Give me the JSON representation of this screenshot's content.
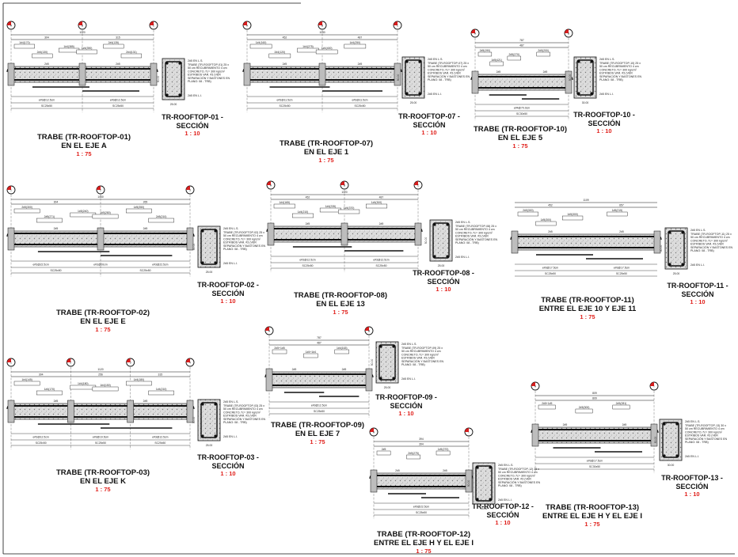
{
  "beams": [
    {
      "id": "b01",
      "title1": "TRABE (TR-ROOFTOP-01)",
      "title2": "EN EL EJE A",
      "scale": "1 : 75",
      "axes": [
        "A",
        "B",
        "C"
      ],
      "total": "1120",
      "spans": [
        "304",
        "315"
      ],
      "bars": [
        "1#4(170)",
        "1#4(385)",
        "2#4(135)",
        "2#4(130)",
        "1#4(390)",
        "2#4(131)"
      ],
      "stirrups": [
        "e#3@12.5cm",
        "e#3@12.5cm"
      ],
      "sec": [
        "SC25x50",
        "SC25x50"
      ],
      "section": {
        "title": "TR-ROOFTOP-01 -",
        "title2": "SECCIÓN",
        "scale": "1 : 10",
        "dim_w": "25.00",
        "dim_h": "50.00",
        "note": "TRABE (TR-ROOFTOP-01) 25 x 50 cm RECUBRIMIENTO 4 cm CONCRETO, f'c= 300 kg/cm² ESTRIBOS VAR. #3 (VER SEPARACIÓN Y BASTONES EN PLANO: 08 - TRB)",
        "top_note": "2#5 EN L.S.",
        "bot_note": "2#5 EN L.I."
      }
    },
    {
      "id": "b07",
      "title1": "TRABE (TR-ROOFTOP-07)",
      "title2": "EN EL EJE 1",
      "scale": "1 : 75",
      "axes": [
        "A",
        "B",
        "C"
      ],
      "total": "1130",
      "spans": [
        "452",
        "487"
      ],
      "bars": [
        "1#4(160)",
        "1#4(275)",
        "1#4(250)",
        "2#4(120)",
        "1#4(400)"
      ],
      "stirrups": [
        "e#3@11.5cm",
        "e#3@11.5cm"
      ],
      "sec": [
        "SC25x50",
        "SC25x50"
      ],
      "section": {
        "title": "TR-ROOFTOP-07 -",
        "title2": "SECCIÓN",
        "scale": "1 : 10",
        "dim_w": "25.00",
        "dim_h": "50.00",
        "note": "TRABE (TR-ROOFTOP-07) 25 x 50 cm RECUBRIMIENTO 4 cm CONCRETO, f'c= 300 kg/cm² ESTRIBOS VAR. #3 (VER SEPARACIÓN Y BASTONES EN PLANO: 08 - TRB)",
        "top_note": "2#5 EN L.S.",
        "bot_note": "2#5 EN L.I."
      }
    },
    {
      "id": "b10",
      "title1": "TRABE (TR-ROOFTOP-10)",
      "title2": "EN EL EJE 5",
      "scale": "1 : 75",
      "axes": [
        "A",
        "B"
      ],
      "total": "787",
      "spans": [
        "487"
      ],
      "bars": [
        "2#5(190)",
        "2#5(270)",
        "2#5(200)",
        "1#5(421)"
      ],
      "stirrups": [
        "e#4@70.0cm"
      ],
      "sec": [
        "SC30x50"
      ],
      "section": {
        "title": "TR-ROOFTOP-10 -",
        "title2": "SECCIÓN",
        "scale": "1 : 10",
        "dim_w": "30.00",
        "dim_h": "50.00",
        "note": "TRABE (TR-ROOFTOP-10) 25 x 50 cm RECUBRIMIENTO 4 cm CONCRETO, f'c= 300 kg/cm² ESTRIBOS VAR. #3 (VER SEPARACIÓN Y BASTONES EN PLANO: 08 - TRB)",
        "top_note": "2#5 EN L.S.",
        "bot_note": "2#5 EN L.I."
      }
    },
    {
      "id": "b02",
      "title1": "TRABE (TR-ROOFTOP-02)",
      "title2": "EN EL EJE E",
      "scale": "1 : 75",
      "axes": [
        "1",
        "2",
        "3"
      ],
      "total": "1430",
      "spans": [
        "304",
        "265"
      ],
      "bars": [
        "2#5(300)",
        "1#5(240)",
        "1#5(350)",
        "2#5(271)",
        "1#5(280)",
        "2#5(210)"
      ],
      "stirrups": [
        "e#3@22.5cm",
        "e#3@20cm",
        "e#3@22.5cm"
      ],
      "sec": [
        "SC25x50",
        "SC25x50"
      ],
      "section": {
        "title": "TR-ROOFTOP-02 -",
        "title2": "SECCIÓN",
        "scale": "1 : 10",
        "dim_w": "25.00",
        "dim_h": "50.00",
        "note": "TRABE (TR-ROOFTOP-02) 25 x 50 cm RECUBRIMIENTO 4 cm CONCRETO, f'c= 300 kg/cm² ESTRIBOS VAR. #3 (VER SEPARACIÓN Y BASTONES EN PLANO: 08 - TRB)",
        "top_note": "2#5 EN L.S.",
        "bot_note": "2#5 EN L.I."
      }
    },
    {
      "id": "b08",
      "title1": "TRABE (TR-ROOFTOP-08)",
      "title2": "EN EL EJE 13",
      "scale": "1 : 75",
      "axes": [
        "A",
        "B",
        "C"
      ],
      "total": "1120",
      "spans": [
        "452",
        "487"
      ],
      "bars": [
        "1#4(165)",
        "1#4(235)",
        "1#4(300)",
        "1#4(210)",
        "1#4(370)"
      ],
      "stirrups": [
        "e#3@12.5cm",
        "e#3@12.5cm"
      ],
      "sec": [
        "SC25x50",
        "SC25x50"
      ],
      "section": {
        "title": "TR-ROOFTOP-08 -",
        "title2": "SECCIÓN",
        "scale": "1 : 10",
        "dim_w": "25.00",
        "dim_h": "50.00",
        "note": "TRABE (TR-ROOFTOP-08) 25 x 50 cm RECUBRIMIENTO 4 cm CONCRETO, f'c= 300 kg/cm² ESTRIBOS VAR. #3 (VER SEPARACIÓN Y BASTONES EN PLANO: 08 - TRB)",
        "top_note": "2#5 EN L.S.",
        "bot_note": "2#5 EN L.I."
      }
    },
    {
      "id": "b11",
      "title1": "TRABE (TR-ROOFTOP-11)",
      "title2": "ENTRE EL EJE 10 Y EJE 11",
      "scale": "1 : 75",
      "axes": [],
      "total": "1109",
      "spans": [
        "452",
        "657"
      ],
      "bars": [
        "2#5(300)",
        "1#5(300)",
        "1#5(215)",
        "1#5(300)"
      ],
      "stirrups": [
        "e#3@17.5cm",
        "e#3@17.5cm"
      ],
      "sec": [
        "SC25x50",
        "SC25x50"
      ],
      "section": {
        "title": "TR-ROOFTOP-11 -",
        "title2": "SECCIÓN",
        "scale": "1 : 10",
        "dim_w": "25.00",
        "dim_h": "50.00",
        "note": "TRABE (TR-ROOFTOP-11) 25 x 50 cm RECUBRIMIENTO 4 cm CONCRETO, f'c= 300 kg/cm² ESTRIBOS VAR. #3 (VER SEPARACIÓN Y BASTONES EN PLANO: 08 - TRB)",
        "top_note": "2#5 EN L.S.",
        "bot_note": "2#5 EN L.I."
      }
    },
    {
      "id": "b03",
      "title1": "TRABE (TR-ROOFTOP-03)",
      "title2": "EN EL EJE K",
      "scale": "1 : 75",
      "axes": [
        "1",
        "2",
        "3",
        "4"
      ],
      "total": "1120",
      "spans": [
        "304",
        "256",
        "315"
      ],
      "bars": [
        "1#4(145)",
        "1#4(180)",
        "1#4(180)",
        "1#4(170)",
        "1#4(150)",
        "1#4(210)"
      ],
      "stirrups": [
        "e#3@12.5cm",
        "e#3@10.5cm",
        "e#3@12.5cm"
      ],
      "sec": [
        "SC25x50",
        "SC25x50",
        "SC25x50"
      ],
      "section": {
        "title": "TR-ROOFTOP-03 -",
        "title2": "SECCIÓN",
        "scale": "1 : 10",
        "dim_w": "25.00",
        "dim_h": "50.00",
        "note": "TRABE (TR-ROOFTOP-03) 25 x 50 cm RECUBRIMIENTO 4 cm CONCRETO, f'c= 300 kg/cm² ESTRIBOS VAR. #3 (VER SEPARACIÓN Y BASTONES EN PLANO: 08 - TRB)",
        "top_note": "2#5 EN L.S.",
        "bot_note": "2#5 EN L.I."
      }
    },
    {
      "id": "b09",
      "title1": "TRABE (TR-ROOFTOP-09)",
      "title2": "EN EL EJE 7",
      "scale": "1 : 75",
      "axes": [
        "A",
        "B"
      ],
      "total": "787",
      "spans": [
        "487"
      ],
      "bars": [
        "2#5+1#5",
        "1#4+1#4",
        "1#4(163)"
      ],
      "stirrups": [
        "e#3@12.5cm"
      ],
      "sec": [
        "SC25x50"
      ],
      "section": {
        "title": "TR-ROOFTOP-09 -",
        "title2": "SECCIÓN",
        "scale": "1 : 10",
        "dim_w": "25.00",
        "dim_h": "50.00",
        "note": "TRABE (TR-ROOFTOP-09) 25 x 50 cm RECUBRIMIENTO 4 cm CONCRETO, f'c= 300 kg/cm² ESTRIBOS VAR. #3 (VER SEPARACIÓN Y BASTONES EN PLANO: 08 - TRB)",
        "top_note": "2#5 EN L.S.",
        "bot_note": "2#5 EN L.I."
      }
    },
    {
      "id": "b12",
      "title1": "TRABE (TR-ROOFTOP-12)",
      "title2": "ENTRE EL EJE H Y EL EJE I",
      "scale": "1 : 75",
      "axes": [
        "H",
        "I"
      ],
      "total": "394",
      "spans": [
        "394"
      ],
      "bars": [
        "2#5",
        "2#5(275)",
        "1#5(270)"
      ],
      "stirrups": [
        "e#3@22.5cm"
      ],
      "sec": [
        "SC25x50"
      ],
      "section": {
        "title": "TR-ROOFTOP-12 -",
        "title2": "SECCIÓN",
        "scale": "1 : 10",
        "dim_w": "25.00",
        "dim_h": "50.00",
        "note": "TRABE (TR-ROOFTOP-12) 25 x 50 cm RECUBRIMIENTO 4 cm CONCRETO, f'c= 300 kg/cm² ESTRIBOS VAR. #3 (VER SEPARACIÓN Y BASTONES EN PLANO: 08 - TRB)",
        "top_note": "2#5 EN L.S.",
        "bot_note": "2#5 EN L.I."
      }
    },
    {
      "id": "b13",
      "title1": "TRABE (TR-ROOFTOP-13)",
      "title2": "ENTRE EL EJE H Y EL EJE I",
      "scale": "1 : 75",
      "axes": [
        "H",
        "I"
      ],
      "total": "809",
      "spans": [
        "809"
      ],
      "bars": [
        "2#5+1#5",
        "2#5(300)",
        "2#5(281)"
      ],
      "stirrups": [
        "e#3@17.5cm"
      ],
      "sec": [
        "SC30x50"
      ],
      "section": {
        "title": "TR-ROOFTOP-13 -",
        "title2": "SECCIÓN",
        "scale": "1 : 10",
        "dim_w": "30.00",
        "dim_h": "50.00",
        "note": "TRABE (TR-ROOFTOP-13) 30 x 50 cm RECUBRIMIENTO 4 cm CONCRETO, f'c= 300 kg/cm² ESTRIBOS VAR. #3 (VER SEPARACIÓN Y BASTONES EN PLANO: 08 - TRB)",
        "top_note": "2#5 EN L.S.",
        "bot_note": "2#5 EN L.I."
      }
    }
  ],
  "colors": {
    "line": "#111111",
    "concrete": "#c9c9c9",
    "scale": "#e0201b",
    "bubble": "#d91e1e"
  }
}
